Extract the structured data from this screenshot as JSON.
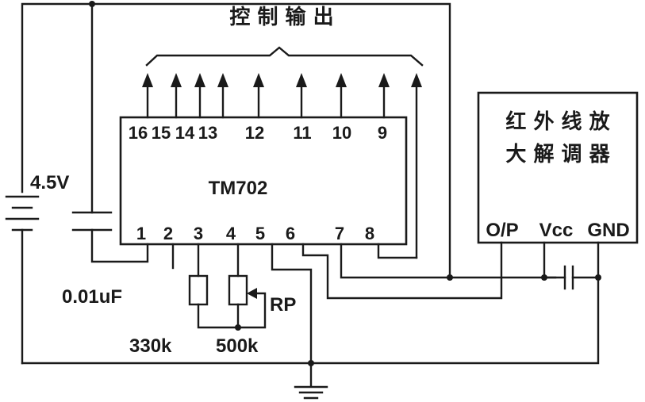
{
  "ic": {
    "name": "TM702",
    "top_pins": [
      "16",
      "15",
      "14",
      "13",
      "12",
      "11",
      "10",
      "9"
    ],
    "bottom_pins": [
      "1",
      "2",
      "3",
      "4",
      "5",
      "6",
      "7",
      "8"
    ]
  },
  "outputs_label": "控 制 输 出",
  "battery_voltage": "4.5V",
  "capacitor_value": "0.01uF",
  "resistor_value": "330k",
  "potentiometer": {
    "name": "RP",
    "value": "500k"
  },
  "receiver": {
    "title_line1": "红 外 线 放",
    "title_line2": "大 解 调 器",
    "pins": [
      "O/P",
      "Vcc",
      "GND"
    ]
  }
}
